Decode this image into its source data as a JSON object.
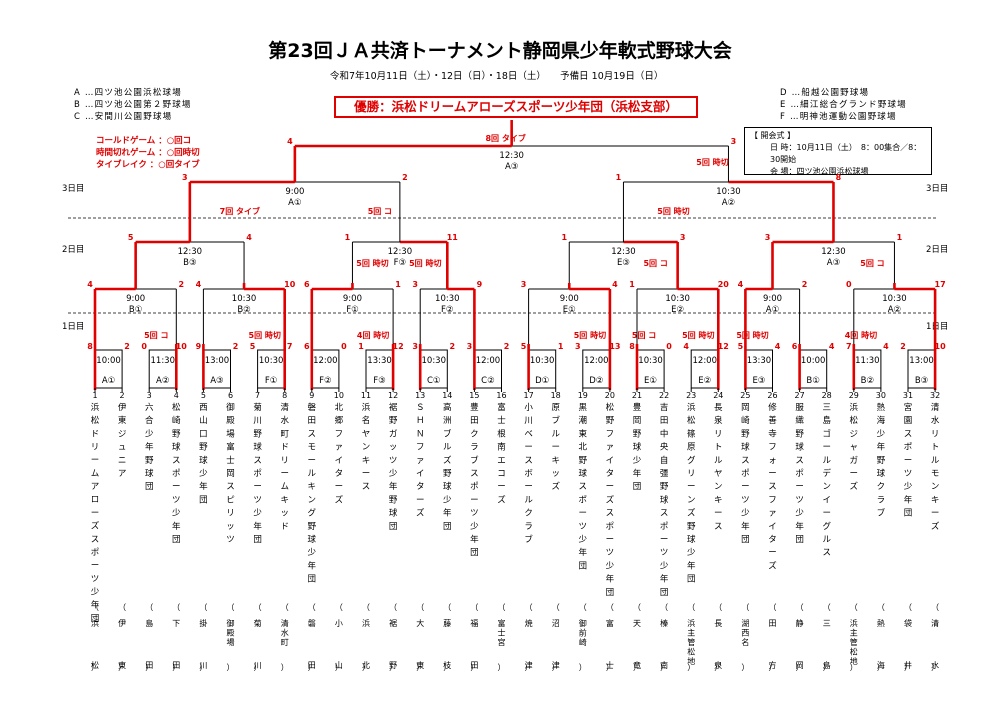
{
  "title": "第23回ＪＡ共済トーナメント静岡県少年軟式野球大会",
  "dates": "令和7年10月11日（土）・12日（日）・18日（土）　　予備日 10月19日（日）",
  "venues_left": [
    "A …四ツ池公園浜松球場",
    "B …四ツ池公園第２野球場",
    "C …安間川公園野球場"
  ],
  "venues_right": [
    "D …船越公園野球場",
    "E …細江総合グランド野球場",
    "F …明神池運動公園野球場"
  ],
  "champion": "優勝：浜松ドリームアローズスポーツ少年団（浜松支部）",
  "rules": [
    "コールドゲーム ：○回コ",
    "時間切れゲーム ：○回時切",
    "タイブレイク ：○回タイブ"
  ],
  "ceremony": {
    "header": "【 開会式 】",
    "time": "日 時：10月11日（土）　8：00集合／8：30開始",
    "place": "会 場：四ツ池公園浜松球場"
  },
  "day_labels": {
    "day3": "3日目",
    "day2": "2日目",
    "day1": "1日目"
  },
  "teams": [
    {
      "num": "1",
      "name": "浜松ドリームアローズスポーツ少年団",
      "branch": "浜　松"
    },
    {
      "num": "2",
      "name": "伊東ジュニア",
      "branch": "伊　東"
    },
    {
      "num": "3",
      "name": "六合少年野球団",
      "branch": "島　田"
    },
    {
      "num": "4",
      "name": "松崎野球スポーツ少年団",
      "branch": "下　田"
    },
    {
      "num": "5",
      "name": "西山口野球少年団",
      "branch": "掛　川"
    },
    {
      "num": "6",
      "name": "御殿場富士岡スピリッツ",
      "branch": "御殿場"
    },
    {
      "num": "7",
      "name": "菊川野球スポーツ少年団",
      "branch": "菊　川"
    },
    {
      "num": "8",
      "name": "清水町ドリームキッド",
      "branch": "清水町"
    },
    {
      "num": "9",
      "name": "磐田スモールキング野球少年団",
      "branch": "磐　田"
    },
    {
      "num": "10",
      "name": "北郷ファイターズ",
      "branch": "小　山"
    },
    {
      "num": "11",
      "name": "浜名ヤンキース",
      "branch": "浜　北"
    },
    {
      "num": "12",
      "name": "裾野ガッツ少年野球団",
      "branch": "裾　野"
    },
    {
      "num": "13",
      "name": "ＳＨＮファイターズ",
      "branch": "大　東"
    },
    {
      "num": "14",
      "name": "高洲ブルズ野球少年団",
      "branch": "藤　枝"
    },
    {
      "num": "15",
      "name": "豊田クラブスポーツ少年団",
      "branch": "福　田"
    },
    {
      "num": "16",
      "name": "富士根南エコーズ",
      "branch": "富士宮"
    },
    {
      "num": "17",
      "name": "小川ベースボールクラブ",
      "branch": "焼　津"
    },
    {
      "num": "18",
      "name": "原ブルーキッズ",
      "branch": "沼　津"
    },
    {
      "num": "19",
      "name": "黒潮東北野球スポーツ少年団",
      "branch": "御　前　崎"
    },
    {
      "num": "20",
      "name": "松野ファイターズスポーツ少年団",
      "branch": "富　士"
    },
    {
      "num": "21",
      "name": "豊岡野球少年団",
      "branch": "天　竜"
    },
    {
      "num": "22",
      "name": "吉田中央自彊野球スポーツ少年団",
      "branch": "榛　南"
    },
    {
      "num": "23",
      "name": "浜松篠原グリーンズ野球少年団",
      "branch": "浜主管松地"
    },
    {
      "num": "24",
      "name": "長泉リトルヤンキース",
      "branch": "長　泉"
    },
    {
      "num": "25",
      "name": "岡崎野球スポーツ少年団",
      "branch": "湖　西　名"
    },
    {
      "num": "26",
      "name": "修善寺フォースファイターズ",
      "branch": "田　方"
    },
    {
      "num": "27",
      "name": "服織野球スポーツ少年団",
      "branch": "静　岡"
    },
    {
      "num": "28",
      "name": "三島ゴールデンイーグルス",
      "branch": "三　島"
    },
    {
      "num": "29",
      "name": "浜松ジャガーズ",
      "branch": "浜主管松地"
    },
    {
      "num": "30",
      "name": "熱海少年野球クラブ",
      "branch": "熱　海"
    },
    {
      "num": "31",
      "name": "宮園スポーツ少年団",
      "branch": "袋　井"
    },
    {
      "num": "32",
      "name": "清水リトルモンキーズ",
      "branch": "清　水"
    }
  ],
  "round1": [
    {
      "time": "10:00",
      "venue": "A①",
      "scores": [
        "8",
        "2"
      ]
    },
    {
      "time": "11:30",
      "venue": "A②",
      "scores": [
        "0",
        "10"
      ],
      "note": "5回 コ"
    },
    {
      "time": "13:00",
      "venue": "A③",
      "scores": [
        "9",
        "2"
      ]
    },
    {
      "time": "10:30",
      "venue": "F①",
      "scores": [
        "5",
        "7"
      ],
      "note": "5回 時切"
    },
    {
      "time": "12:00",
      "venue": "F②",
      "scores": [
        "6",
        "0"
      ]
    },
    {
      "time": "13:30",
      "venue": "F③",
      "scores": [
        "1",
        "12"
      ],
      "note": "4回 時切"
    },
    {
      "time": "10:30",
      "venue": "C①",
      "scores": [
        "3",
        "2"
      ]
    },
    {
      "time": "12:00",
      "venue": "C②",
      "scores": [
        "3",
        "2"
      ]
    },
    {
      "time": "10:30",
      "venue": "D①",
      "scores": [
        "5",
        "1"
      ]
    },
    {
      "time": "12:00",
      "venue": "D②",
      "scores": [
        "3",
        "13"
      ],
      "note": "5回 時切"
    },
    {
      "time": "10:30",
      "venue": "E①",
      "scores": [
        "8",
        "0"
      ],
      "note": "5回 コ"
    },
    {
      "time": "12:00",
      "venue": "E②",
      "scores": [
        "4",
        "12"
      ],
      "note": "5回 時切"
    },
    {
      "time": "13:30",
      "venue": "E③",
      "scores": [
        "5",
        "4"
      ],
      "note": "5回 時切"
    },
    {
      "time": "10:00",
      "venue": "B①",
      "scores": [
        "6",
        "4"
      ]
    },
    {
      "time": "11:30",
      "venue": "B②",
      "scores": [
        "7",
        "4"
      ],
      "note": "4回 時切"
    },
    {
      "time": "13:00",
      "venue": "B③",
      "scores": [
        "2",
        "10"
      ]
    }
  ],
  "round2": [
    {
      "time": "9:00",
      "venue": "B①",
      "scores": [
        "4",
        "2"
      ]
    },
    {
      "time": "10:30",
      "venue": "B②",
      "scores": [
        "4",
        "10"
      ]
    },
    {
      "time": "9:00",
      "venue": "F①",
      "scores": [
        "6",
        "1"
      ]
    },
    {
      "time": "10:30",
      "venue": "F②",
      "scores": [
        "3",
        "9"
      ]
    },
    {
      "time": "9:00",
      "venue": "E①",
      "scores": [
        "3",
        "4"
      ]
    },
    {
      "time": "10:30",
      "venue": "E②",
      "scores": [
        "1",
        "20"
      ]
    },
    {
      "time": "9:00",
      "venue": "A①",
      "scores": [
        "4",
        "2"
      ]
    },
    {
      "time": "10:30",
      "venue": "A②",
      "scores": [
        "0",
        "17"
      ]
    }
  ],
  "qf": [
    {
      "time": "12:30",
      "venue": "B③",
      "scores": [
        "5",
        "4"
      ]
    },
    {
      "time": "12:30",
      "venue": "F③",
      "scores": [
        "1",
        "11"
      ],
      "note_left": "5回 時切",
      "note_right": "5回 時切"
    },
    {
      "time": "12:30",
      "venue": "E③",
      "scores": [
        "1",
        "3"
      ],
      "note_right": "5回 コ"
    },
    {
      "time": "12:30",
      "venue": "A③",
      "scores": [
        "3",
        "1"
      ],
      "note_right": "5回 コ"
    }
  ],
  "sf": [
    {
      "time": "9:00",
      "venue": "A①",
      "scores": [
        "3",
        "2"
      ],
      "note_left": "7回 タイブ",
      "note_right": "5回 コ"
    },
    {
      "time": "10:30",
      "venue": "A②",
      "scores": [
        "1",
        "8"
      ],
      "note_left": "5回 時切"
    }
  ],
  "final": {
    "time": "12:30",
    "venue": "A③",
    "scores": [
      "4",
      "3"
    ],
    "note": "8回 タイブ",
    "note2": "5回 時切"
  }
}
